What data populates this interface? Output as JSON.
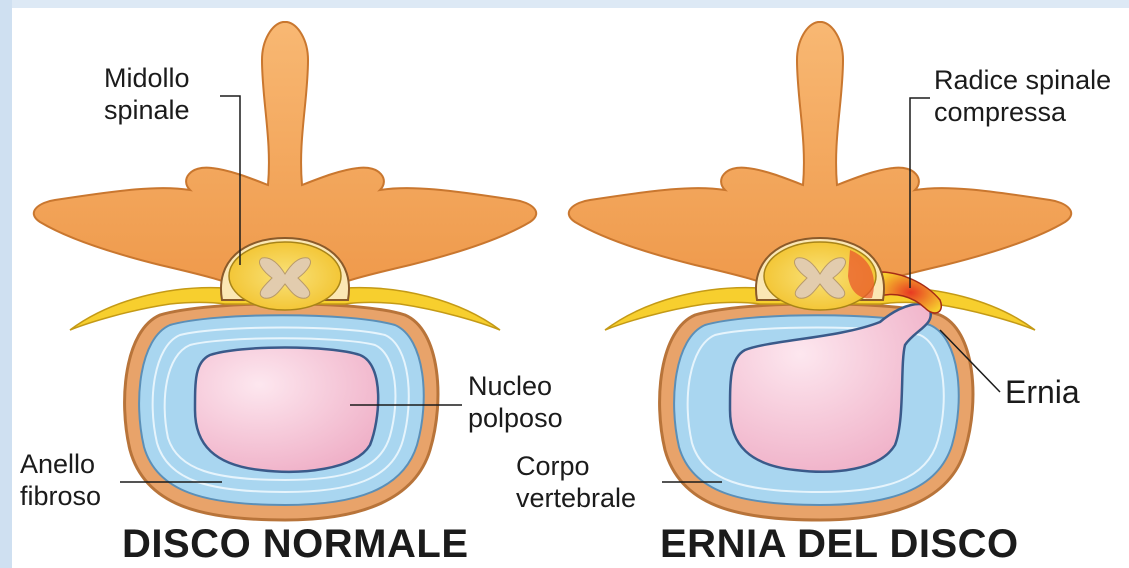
{
  "labels": {
    "midollo": [
      "Midollo",
      "spinale"
    ],
    "nucleo": [
      "Nucleo",
      "polposo"
    ],
    "anello": [
      "Anello",
      "fibroso"
    ],
    "radice": [
      "Radice spinale",
      "compressa"
    ],
    "ernia": "Ernia",
    "corpo": [
      "Corpo",
      "vertebrale"
    ]
  },
  "titles": {
    "left": "DISCO NORMALE",
    "right": "ERNIA DEL DISCO"
  },
  "colors": {
    "bone": "#f5a65b",
    "bone_outline": "#c9772f",
    "nerve": "#f7cf2e",
    "disc_ring": "#a9d6f0",
    "nucleus": "#f3bfd2",
    "vertebral_body": "#e8a36a",
    "compression": "#e0301e"
  }
}
